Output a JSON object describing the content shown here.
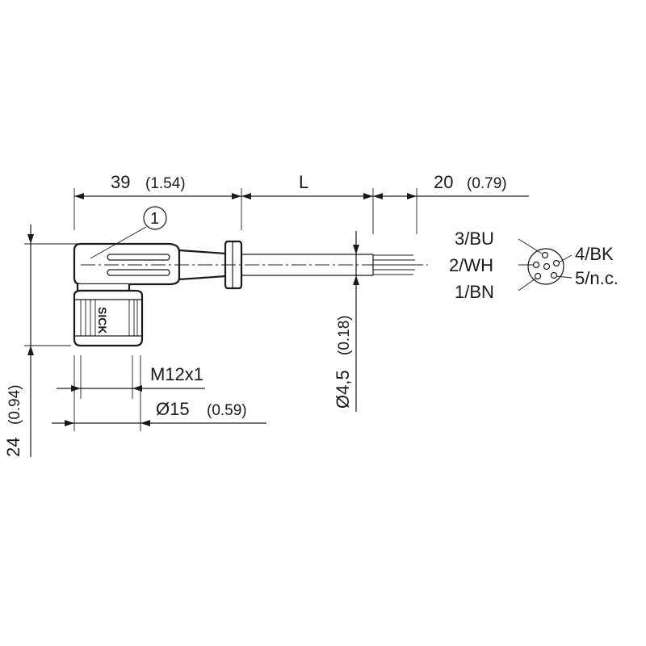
{
  "dimensions": {
    "length_39": {
      "value": "39",
      "inch": "(1.54)"
    },
    "cable_length": {
      "value": "L"
    },
    "wire_strip": {
      "value": "20",
      "inch": "(0.79)"
    },
    "height_24": {
      "value": "24",
      "inch": "(0.94)"
    },
    "thread": {
      "value": "M12x1"
    },
    "nut_diameter": {
      "value": "Ø15",
      "inch": "(0.59)"
    },
    "cable_diameter": {
      "value": "Ø4,5",
      "inch": "(0.18)"
    }
  },
  "callout": {
    "number": "1"
  },
  "brand_mark": "SICK",
  "pinout": {
    "left": [
      "3/BU",
      "2/WH",
      "1/BN"
    ],
    "right": [
      "4/BK",
      "5/n.c."
    ]
  }
}
